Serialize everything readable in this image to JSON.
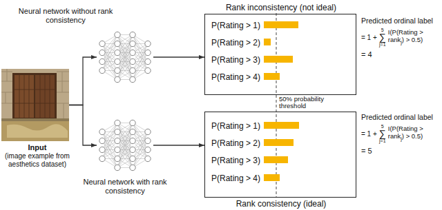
{
  "diagram": {
    "nodes": [
      {
        "text": [
          "Input",
          "(image example from aesthetics dataset)"
        ]
      },
      {
        "text": [
          "Neural network without rank consistency"
        ]
      },
      {
        "text": [
          "Neural network with rank consistency"
        ]
      },
      {
        "text": [
          "Rank inconsistency (not ideal)",
          "P(Rating > 1)",
          "P(Rating > 2)",
          "P(Rating > 3)",
          "P(Rating > 4)"
        ]
      },
      {
        "text": [
          "Rank consistency (ideal)",
          "P(Rating > 1)",
          "P(Rating > 2)",
          "P(Rating > 3)",
          "P(Rating > 4)"
        ]
      }
    ],
    "edges": [
      {
        "from": 0,
        "to": 1,
        "arrow": "to"
      },
      {
        "from": 0,
        "to": 2,
        "arrow": "to"
      },
      {
        "from": 1,
        "to": 3,
        "arrow": "to"
      },
      {
        "from": 2,
        "to": 4,
        "arrow": "to"
      }
    ],
    "labels": [
      "50% probability threshold",
      "Predicted ordinal label",
      "= 1 +",
      "5",
      "∑",
      "j=1",
      "I(P(Rating > rank",
      "j",
      ") > 0.5)",
      "= 4",
      "Predicted ordinal label",
      "= 1 +",
      "5",
      "∑",
      "j=1",
      "I(P(Rating > rank",
      "j",
      ") > 0.5)",
      "= 5"
    ]
  }
}
